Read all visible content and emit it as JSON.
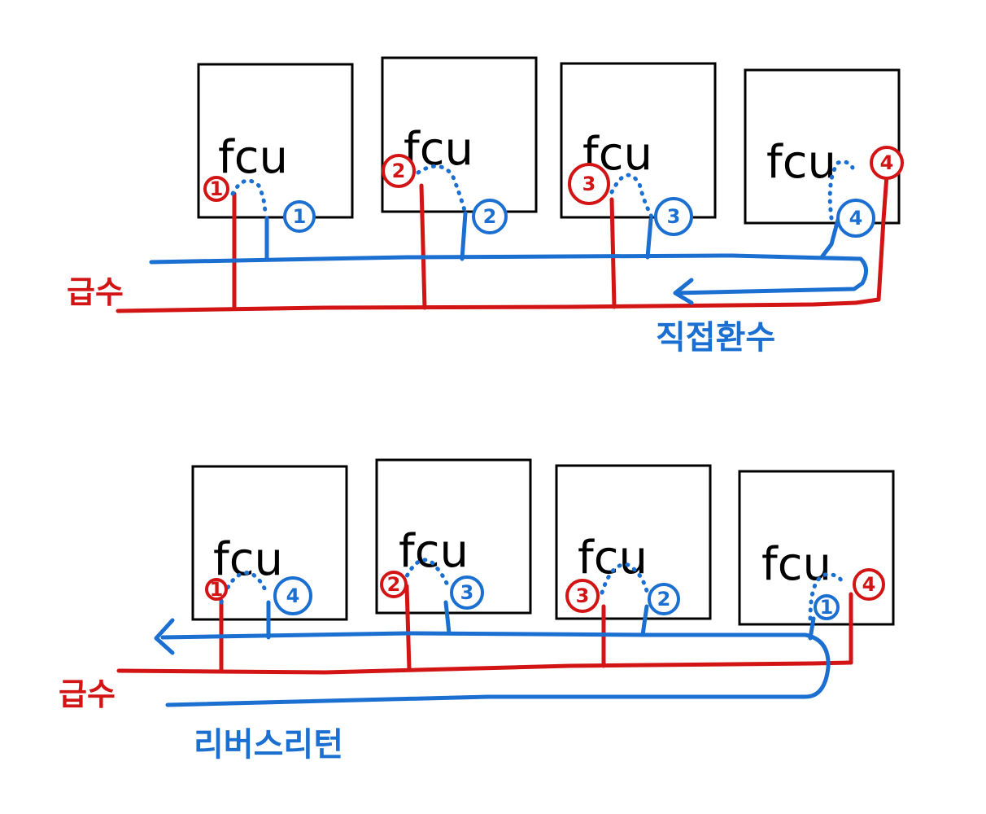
{
  "colors": {
    "supply": "#d21414",
    "return": "#1a6fd1",
    "unit": "#000000"
  },
  "direct_return": {
    "supply_label": "급수",
    "return_label": "직접환수",
    "units": [
      {
        "label": "fcu",
        "supply_no": "1",
        "return_no": "1"
      },
      {
        "label": "fcu",
        "supply_no": "2",
        "return_no": "2"
      },
      {
        "label": "fcu",
        "supply_no": "3",
        "return_no": "3"
      },
      {
        "label": "fcu",
        "supply_no": "4",
        "return_no": "4"
      }
    ]
  },
  "reverse_return": {
    "supply_label": "급수",
    "return_label": "리버스리턴",
    "units": [
      {
        "label": "fcu",
        "supply_no": "1",
        "return_no": "4"
      },
      {
        "label": "fcu",
        "supply_no": "2",
        "return_no": "3"
      },
      {
        "label": "fcu",
        "supply_no": "3",
        "return_no": "2"
      },
      {
        "label": "fcu",
        "supply_no": "4",
        "return_no": "1"
      }
    ]
  }
}
